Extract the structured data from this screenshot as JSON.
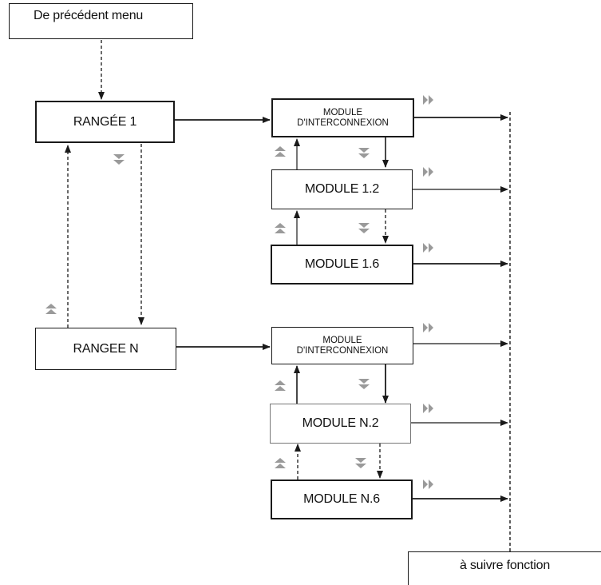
{
  "boxes": {
    "previous_menu": "De précédent menu",
    "row_1": "RANGÉE 1",
    "row_n": "RANGEE N",
    "interconnect_1_line1": "MODULE",
    "interconnect_1_line2": "D'INTERCONNEXION",
    "module_1_2": "MODULE 1.2",
    "module_1_6": "MODULE 1.6",
    "interconnect_n_line1": "MODULE",
    "interconnect_n_line2": "D'INTERCONNEXION",
    "module_n_2": "MODULE N.2",
    "module_n_6": "MODULE N.6",
    "next_function": "à suivre fonction"
  },
  "colors": {
    "line": "#1a1a1a",
    "nav_icon": "#9a9a9a"
  },
  "icons": {
    "right": "double-chevron-right-icon",
    "down": "double-chevron-down-icon",
    "up": "double-chevron-up-icon"
  }
}
